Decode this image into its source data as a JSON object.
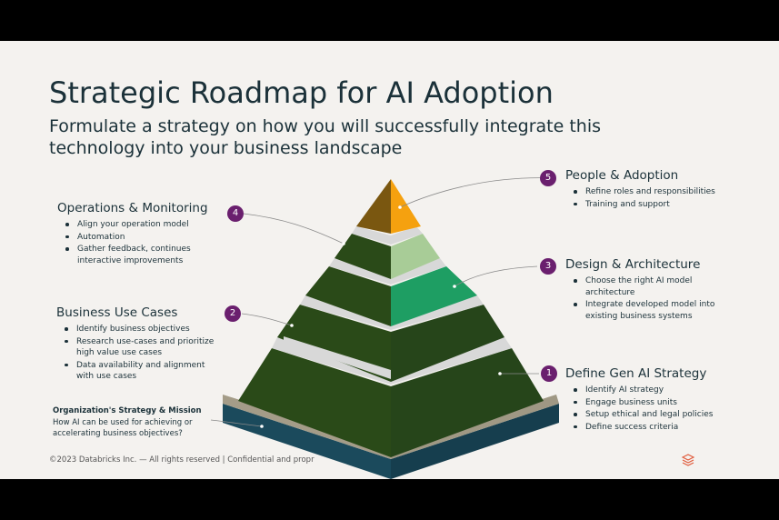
{
  "slide": {
    "title": "Strategic Roadmap for AI Adoption",
    "subtitle_line1": "Formulate a strategy on how you will successfully integrate this",
    "subtitle_line2": "technology into your business landscape",
    "footer": "©2023 Databricks Inc. — All rights reserved | Confidential and propr"
  },
  "sections": {
    "people": {
      "badge": "5",
      "title": "People & Adoption",
      "items": [
        "Refine roles and responsibilities",
        "Training and support"
      ]
    },
    "operations": {
      "badge": "4",
      "title": "Operations & Monitoring",
      "items": [
        "Align your operation model",
        "Automation",
        "Gather feedback, continues interactive improvements"
      ]
    },
    "design": {
      "badge": "3",
      "title": "Design & Architecture",
      "items": [
        "Choose the right AI model architecture",
        "Integrate developed model into existing business systems"
      ]
    },
    "business": {
      "badge": "2",
      "title": "Business Use Cases",
      "items": [
        "Identify business objectives",
        "Research use-cases and prioritize high value use cases",
        "Data availability and alignment with use cases"
      ]
    },
    "define": {
      "badge": "1",
      "title": "Define Gen AI Strategy",
      "items": [
        "Identify AI strategy",
        "Engage business units",
        "Setup ethical and legal policies",
        "Define success criteria"
      ]
    },
    "org": {
      "title": "Organization's Strategy & Mission",
      "body": "How AI can be used for achieving or accelerating business objectives?"
    }
  },
  "colors": {
    "navy": "#1b3139",
    "badge": "#6a1f6e",
    "dark_green": "#2a4a18",
    "mid_green": "#1e9e63",
    "light_green": "#a8cc97",
    "orange": "#f5a10f",
    "dark_orange": "#7a5710",
    "teal": "#1b4a5c",
    "khaki": "#b5ae9c"
  },
  "icons": {
    "logo": "databricks-logo-icon"
  }
}
